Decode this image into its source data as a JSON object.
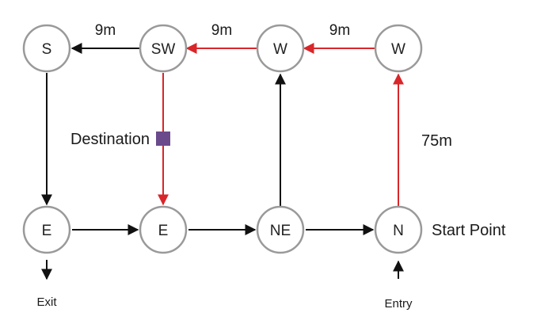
{
  "colors": {
    "black_arrow": "#111111",
    "red_arrow": "#d8262a",
    "node_stroke": "#9a9a9a",
    "destination_marker": "#6b4a8c"
  },
  "nodes": {
    "top_s": "S",
    "top_sw": "SW",
    "top_w1": "W",
    "top_w2": "W",
    "bottom_e1": "E",
    "bottom_e2": "E",
    "bottom_ne": "NE",
    "bottom_n": "N"
  },
  "labels": {
    "distance_1": "9m",
    "distance_2": "9m",
    "distance_3": "9m",
    "vertical_distance": "75m",
    "destination": "Destination",
    "start_point": "Start Point",
    "exit": "Exit",
    "entry": "Entry"
  },
  "edges": [
    {
      "from": "top_sw",
      "to": "top_s",
      "color": "black"
    },
    {
      "from": "top_w1",
      "to": "top_sw",
      "color": "red"
    },
    {
      "from": "top_w2",
      "to": "top_w1",
      "color": "red"
    },
    {
      "from": "top_s",
      "to": "bottom_e1",
      "color": "black"
    },
    {
      "from": "top_sw",
      "to": "bottom_e2",
      "color": "red"
    },
    {
      "from": "bottom_ne",
      "to": "top_w1",
      "color": "black"
    },
    {
      "from": "bottom_n",
      "to": "top_w2",
      "color": "red"
    },
    {
      "from": "bottom_e1",
      "to": "bottom_e2",
      "color": "black"
    },
    {
      "from": "bottom_e2",
      "to": "bottom_ne",
      "color": "black"
    },
    {
      "from": "bottom_ne",
      "to": "bottom_n",
      "color": "black"
    }
  ]
}
